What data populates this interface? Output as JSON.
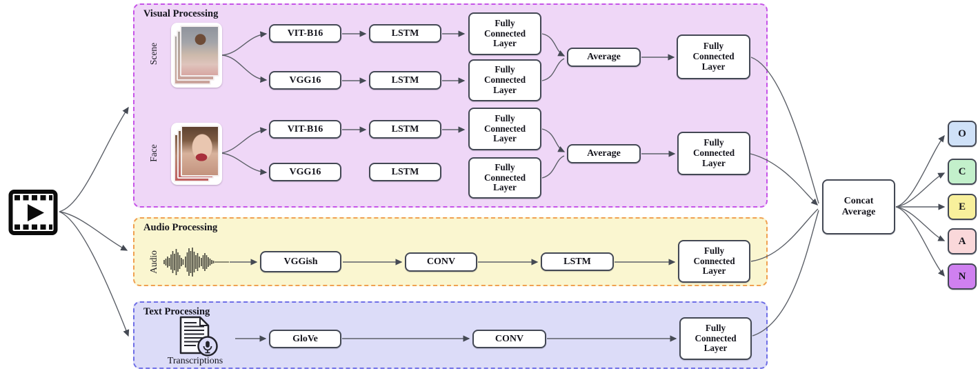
{
  "input": {
    "icon": "video-film-icon"
  },
  "sections": {
    "visual": {
      "title": "Visual Processing",
      "bg": "#efd7f7",
      "border": "#c653e8",
      "scene": {
        "label": "Scene",
        "image": "scene-frames-photo",
        "branch1": {
          "encoder": "VIT-B16",
          "lstm": "LSTM",
          "fc": "Fully Connected Layer"
        },
        "branch2": {
          "encoder": "VGG16",
          "lstm": "LSTM",
          "fc": "Fully Connected Layer"
        },
        "average": "Average",
        "fc_out": "Fully Connected Layer"
      },
      "face": {
        "label": "Face",
        "image": "face-frames-photo",
        "branch1": {
          "encoder": "VIT-B16",
          "lstm": "LSTM",
          "fc": "Fully Connected Layer"
        },
        "branch2": {
          "encoder": "VGG16",
          "lstm": "LSTM",
          "fc": "Fully Connected Layer"
        },
        "average": "Average",
        "fc_out": "Fully Connected Layer"
      }
    },
    "audio": {
      "title": "Audio Processing",
      "bg": "#faf6d0",
      "border": "#f0a050",
      "label": "Audio",
      "icon": "waveform-icon",
      "encoder": "VGGish",
      "conv": "CONV",
      "lstm": "LSTM",
      "fc": "Fully Connected Layer"
    },
    "text": {
      "title": "Text Processing",
      "bg": "#dcdcf8",
      "border": "#6e6ee6",
      "label": "Transcriptions",
      "icon": "document-microphone-icon",
      "encoder": "GloVe",
      "conv": "CONV",
      "fc": "Fully Connected Layer"
    }
  },
  "fusion": {
    "label": "Concat Average"
  },
  "outputs": [
    {
      "label": "O",
      "color": "#cfe1f8"
    },
    {
      "label": "C",
      "color": "#c3f0cb"
    },
    {
      "label": "E",
      "color": "#f8f09c"
    },
    {
      "label": "A",
      "color": "#fad8da"
    },
    {
      "label": "N",
      "color": "#cf80f0"
    }
  ],
  "edge_color": "#5c6068"
}
